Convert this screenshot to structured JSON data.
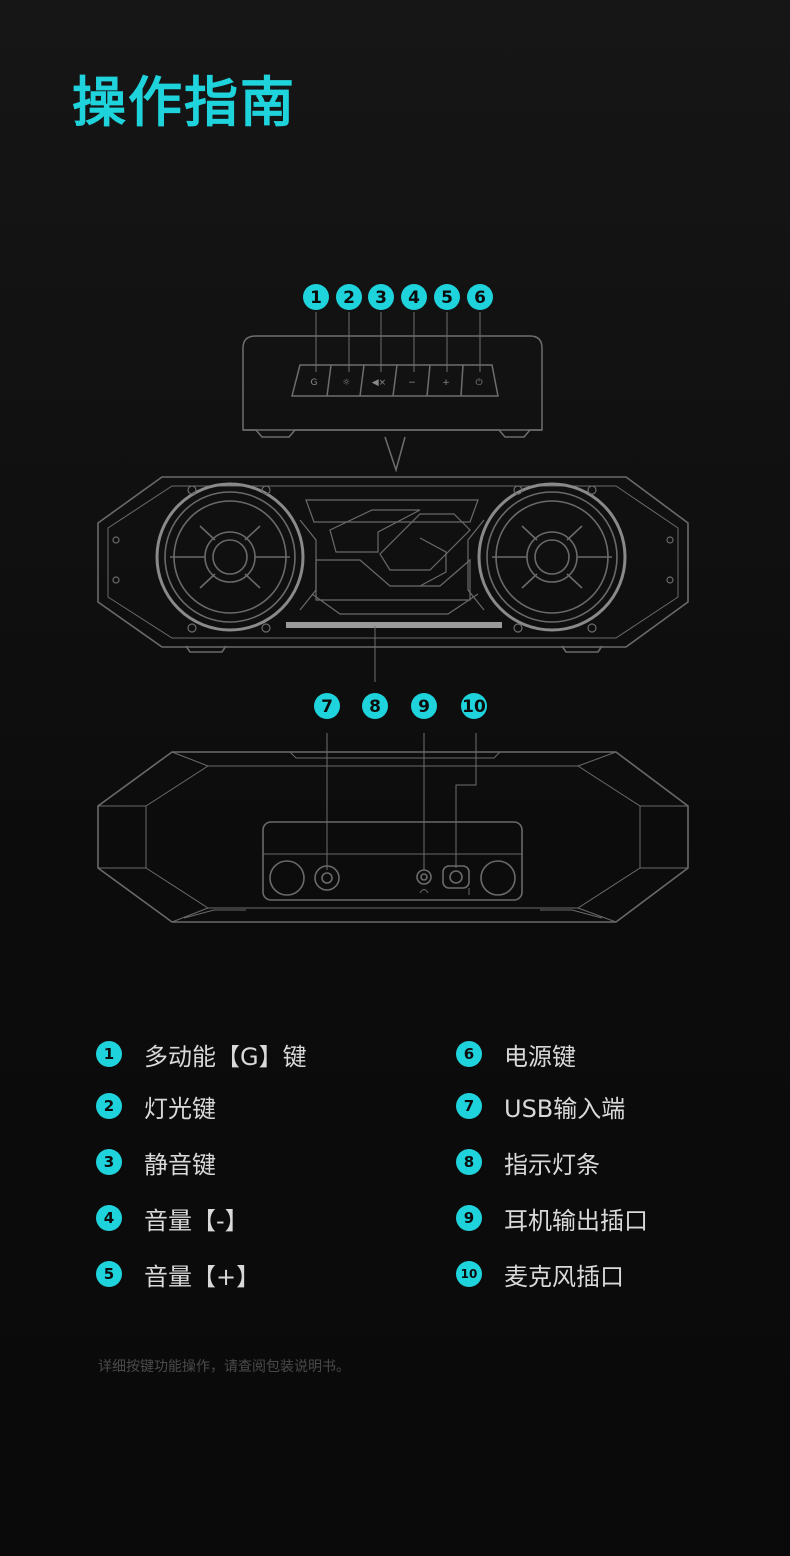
{
  "title": "操作指南",
  "top_callouts": [
    "1",
    "2",
    "3",
    "4",
    "5",
    "6"
  ],
  "bottom_callouts": [
    "7",
    "8",
    "9",
    "10"
  ],
  "control_panel_glyphs": [
    "G",
    "☼",
    "◀×",
    "−",
    "+",
    "⏻"
  ],
  "legend": [
    {
      "number": "1",
      "label": "多动能【G】键"
    },
    {
      "number": "2",
      "label": "灯光键"
    },
    {
      "number": "3",
      "label": "静音键"
    },
    {
      "number": "4",
      "label": "音量【-】"
    },
    {
      "number": "5",
      "label": "音量【+】"
    },
    {
      "number": "6",
      "label": "电源键"
    },
    {
      "number": "7",
      "label": "USB输入端"
    },
    {
      "number": "8",
      "label": "指示灯条"
    },
    {
      "number": "9",
      "label": "耳机输出插口"
    },
    {
      "number": "10",
      "label": "麦克风插口"
    }
  ],
  "note": "详细按键功能操作，请查阅包装说明书。",
  "colors": {
    "accent": "#1fd3dc",
    "line": "#6e6e6e",
    "text": "#d9d9d9",
    "note": "#4a4a4a"
  }
}
